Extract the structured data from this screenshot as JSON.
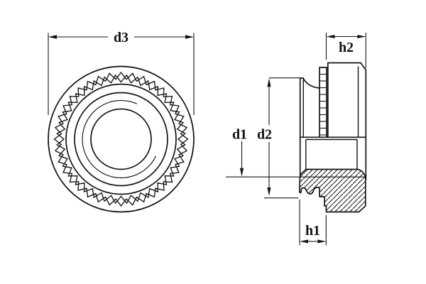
{
  "page": {
    "background": "#ffffff"
  },
  "drawing": {
    "title": "Self-clinching nut technical drawing",
    "views": [
      "front view",
      "half-section side view"
    ],
    "line_color": "#141414",
    "labels": {
      "d1": "d1",
      "d2": "d2",
      "d3": "d3",
      "h1": "h1",
      "h2": "h2"
    }
  }
}
